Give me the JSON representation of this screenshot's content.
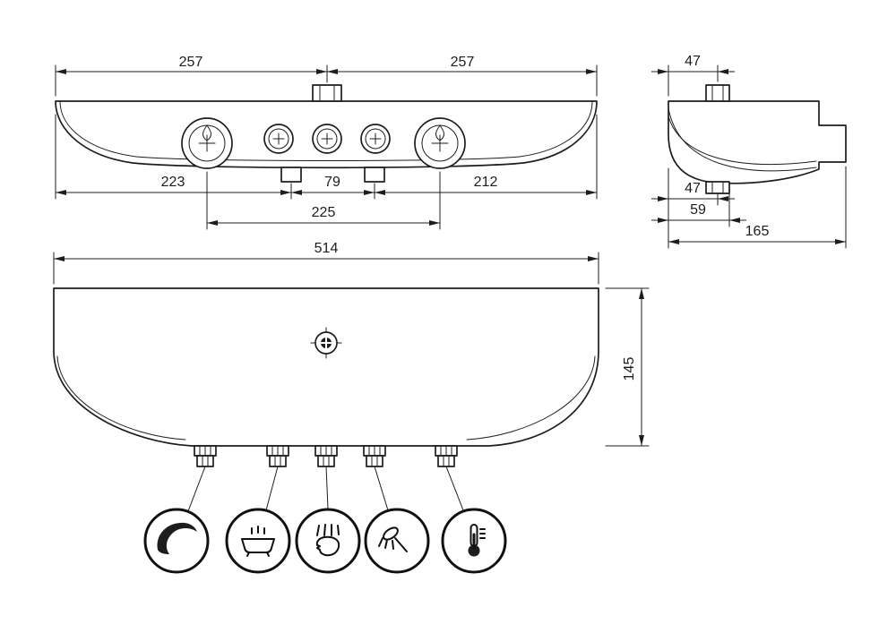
{
  "colors": {
    "line": "#1d1d1d",
    "background": "#ffffff"
  },
  "top_view": {
    "dim_width_left": "257",
    "dim_width_right": "257",
    "dim_left_to_port": "223",
    "dim_port_gap": "79",
    "dim_port_to_right": "212",
    "dim_handle_span": "225"
  },
  "side_view": {
    "dim_inlet_offset": "47",
    "dim_outlet_offset": "47",
    "dim_outlet_edge": "59",
    "dim_depth": "165"
  },
  "front_view": {
    "dim_width": "514",
    "dim_height": "145"
  },
  "function_icons": [
    {
      "name": "flow-control-icon"
    },
    {
      "name": "bath-filler-icon"
    },
    {
      "name": "overhead-shower-icon"
    },
    {
      "name": "hand-shower-icon"
    },
    {
      "name": "temperature-icon"
    }
  ]
}
